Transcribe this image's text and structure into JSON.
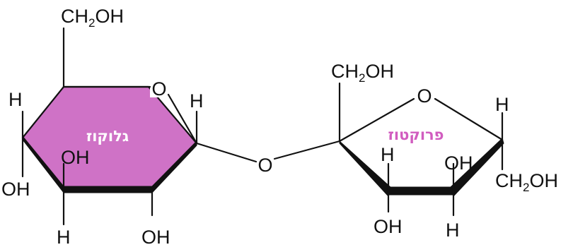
{
  "colors": {
    "glucose_fill": "#cf72c6",
    "glucose_label": "#ffffff",
    "fructose_label": "#d15cbf",
    "ink": "#111111"
  },
  "glucose": {
    "name": "גלוקוז",
    "ch2oh_top": {
      "main": "CH",
      "sub": "2",
      "rest": "OH"
    },
    "ring_oxygen": "O",
    "h_left": "H",
    "h_right": "H",
    "oh_inner": "OH",
    "oh_left": "OH",
    "h_bottom": "H",
    "oh_bottom": "OH"
  },
  "linkage": {
    "oxygen": "O"
  },
  "fructose": {
    "name": "פרוקטוז",
    "ch2oh_top": {
      "main": "CH",
      "sub": "2",
      "rest": "OH"
    },
    "ring_oxygen": "O",
    "h_right": "H",
    "h_inner": "H",
    "oh_inner": "OH",
    "ch2oh_right": {
      "main": "CH",
      "sub": "2",
      "rest": "OH"
    },
    "oh_bottom": "OH",
    "h_bottom": "H"
  }
}
